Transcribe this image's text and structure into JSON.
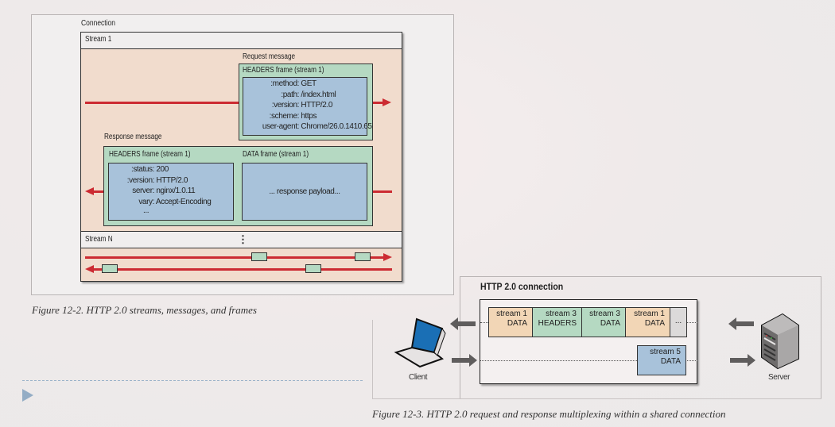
{
  "figure1": {
    "connection_label": "Connection",
    "stream1_label": "Stream 1",
    "request": {
      "message_label": "Request message",
      "frame_label": "HEADERS frame (stream 1)",
      "headers": [
        {
          "key": ":method:",
          "value": "GET"
        },
        {
          "key": ":path:",
          "value": "/index.html"
        },
        {
          "key": ":version:",
          "value": "HTTP/2.0"
        },
        {
          "key": ":scheme:",
          "value": "https"
        },
        {
          "key": "user-agent:",
          "value": "Chrome/26.0.1410.65"
        }
      ]
    },
    "response": {
      "message_label": "Response message",
      "headers_frame_label": "HEADERS frame (stream 1)",
      "data_frame_label": "DATA frame (stream 1)",
      "headers": [
        {
          "key": ":status:",
          "value": "200"
        },
        {
          "key": ":version:",
          "value": "HTTP/2.0"
        },
        {
          "key": "server:",
          "value": "nginx/1.0.11"
        },
        {
          "key": "vary:",
          "value": "Accept-Encoding"
        }
      ],
      "headers_more": "...",
      "payload": "... response payload..."
    },
    "streamN_label": "Stream N",
    "streamN_dots": "⋮",
    "caption": "Figure 12-2. HTTP 2.0 streams, messages, and frames",
    "colors": {
      "arrow": "#cc2b32",
      "frame": "#b5d9c2",
      "headers": "#a8c2da",
      "stream_bg": "#f1dccd"
    }
  },
  "figure2": {
    "title": "HTTP 2.0 connection",
    "top_row": [
      {
        "line1": "stream 1",
        "line2": "DATA",
        "color": "orange"
      },
      {
        "line1": "stream 3",
        "line2": "HEADERS",
        "color": "green"
      },
      {
        "line1": "stream 3",
        "line2": "DATA",
        "color": "green"
      },
      {
        "line1": "stream 1",
        "line2": "DATA",
        "color": "orange"
      },
      {
        "line1": "...",
        "line2": "",
        "color": "gray"
      }
    ],
    "bottom_row": [
      {
        "line1": "stream 5",
        "line2": "DATA",
        "color": "blue"
      }
    ],
    "client_label": "Client",
    "server_label": "Server",
    "caption": "Figure 12-3. HTTP 2.0 request and response multiplexing within a shared connection",
    "colors": {
      "orange": "#f2d6b6",
      "green": "#b5d9c2",
      "blue": "#a8c2da",
      "gray": "#dcdada",
      "laptop_screen": "#1a6fb5"
    }
  },
  "nav": {
    "next_icon": "play-triangle-icon"
  }
}
